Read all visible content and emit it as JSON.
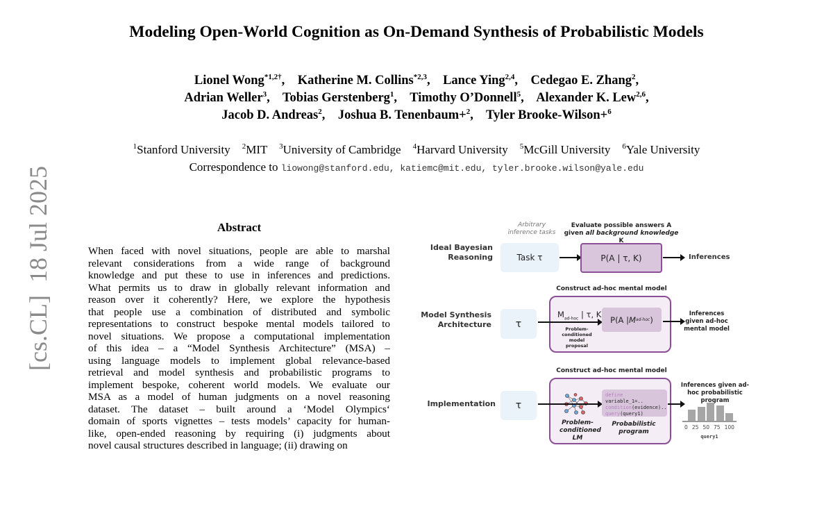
{
  "title": "Modeling Open-World Cognition as On-Demand Synthesis of Probabilistic Models",
  "authors": [
    {
      "name": "Lionel Wong",
      "sup": "*1,2†"
    },
    {
      "name": "Katherine M. Collins",
      "sup": "*2,3"
    },
    {
      "name": "Lance Ying",
      "sup": "2,4"
    },
    {
      "name": "Cedegao E. Zhang",
      "sup": "2"
    },
    {
      "name": "Adrian Weller",
      "sup": "3"
    },
    {
      "name": "Tobias Gerstenberg",
      "sup": "1"
    },
    {
      "name": "Timothy O’Donnell",
      "sup": "5"
    },
    {
      "name": "Alexander K. Lew",
      "sup": "2,6"
    },
    {
      "name": "Jacob D. Andreas",
      "sup": "2"
    },
    {
      "name": "Joshua B. Tenenbaum+",
      "sup": "2"
    },
    {
      "name": "Tyler Brooke-Wilson+",
      "sup": "6"
    }
  ],
  "affiliations": [
    {
      "sup": "1",
      "name": "Stanford University"
    },
    {
      "sup": "2",
      "name": "MIT"
    },
    {
      "sup": "3",
      "name": "University of Cambridge"
    },
    {
      "sup": "4",
      "name": "Harvard University"
    },
    {
      "sup": "5",
      "name": "McGill University"
    },
    {
      "sup": "6",
      "name": "Yale University"
    }
  ],
  "correspondence": {
    "label": "Correspondence to",
    "emails": "liowong@stanford.edu, katiemc@mit.edu, tyler.brooke.wilson@yale.edu"
  },
  "arxiv_stamp": "[cs.CL]  18 Jul 2025",
  "abstract": {
    "heading": "Abstract",
    "lines": [
      "When faced with novel situations, people are able to marshal",
      "relevant considerations from a wide range of background",
      "knowledge and put these to use in inferences and predictions.",
      "What permits us to draw in globally relevant information and",
      "reason over it coherently?  Here, we explore the hypothesis",
      "that people use a combination of distributed and symbolic",
      "representations to construct bespoke mental models tailored to",
      "novel situations. We propose a computational implementation",
      "of this idea – a “Model Synthesis Architecture” (MSA) –",
      "using language models to implement global relevance-based",
      "retrieval and model synthesis and probabilistic programs to",
      "implement bespoke, coherent world models. We evaluate our",
      "MSA as a model of human judgments on a novel reasoning",
      "dataset.  The dataset – built around a ‘Model Olympics‘",
      "domain of sports vignettes – tests models’ capacity for human-",
      "like, open-ended reasoning by requiring (i) judgments about",
      "novel causal structures described in language; (ii) drawing on"
    ]
  },
  "figure": {
    "row1": {
      "label": "Ideal Bayesian Reasoning",
      "task_caption": "Arbitrary inference tasks",
      "task": "Task τ",
      "header_1": "Evaluate possible answers A",
      "header_2_pre": "given ",
      "header_2_em": "all background knowledge",
      "header_2_post": " K",
      "box": "P(A | τ, K)",
      "output": "Inferences"
    },
    "row2": {
      "label": "Model Synthesis Architecture",
      "header": "Construct ad-hoc mental model",
      "task": "τ",
      "proposal_M": "M",
      "proposal_sub": "ad-hoc",
      "proposal_rest": " | τ, K",
      "proposal_caption": "Problem-conditioned model proposal",
      "box_pre": "P(A | ",
      "box_M": "M",
      "box_sub": "ad-hoc",
      "box_post": ")",
      "output": "Inferences given ad-hoc mental model"
    },
    "row3": {
      "label": "Implementation",
      "header": "Construct ad-hoc mental model",
      "task": "τ",
      "code": [
        {
          "kw": "define",
          "rest": " variable_1=.."
        },
        {
          "kw": "condition",
          "rest": "(evidence).."
        },
        {
          "kw": "query",
          "rest": "(query1)"
        }
      ],
      "lm_caption": "Problem-conditioned LM",
      "program_caption": "Probabilistic program",
      "output": "Inferences given ad-hoc probabilistic program",
      "histogram": {
        "ticks": [
          "0",
          "25",
          "50",
          "75",
          "100"
        ],
        "values": [
          15,
          19,
          25,
          21,
          11
        ],
        "xlabel": "query1"
      }
    }
  },
  "colors": {
    "purple_border": "#8a4f94",
    "purple_fill": "#d9c6dc",
    "task_fill": "#eaf3fa",
    "stamp": "#8a8a8a"
  }
}
